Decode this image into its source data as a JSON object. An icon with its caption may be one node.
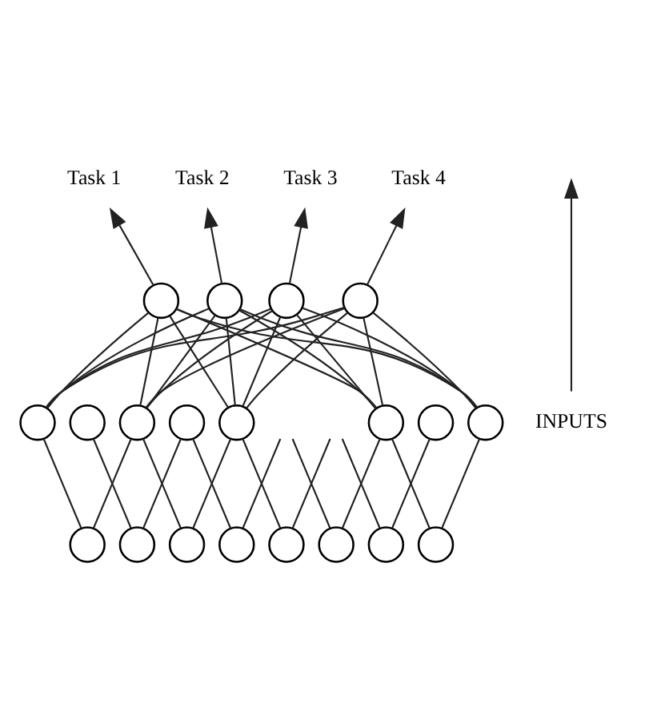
{
  "diagram": {
    "nodes": [
      {
        "text": [
          "Task 1"
        ]
      },
      {
        "text": [
          "Task 2"
        ]
      },
      {
        "text": [
          "Task 3"
        ]
      },
      {
        "text": [
          "Task 4"
        ]
      },
      {
        "text": [],
        "shape": "circle"
      },
      {
        "text": [],
        "shape": "circle"
      },
      {
        "text": [],
        "shape": "circle"
      },
      {
        "text": [],
        "shape": "circle"
      },
      {
        "text": [],
        "shape": "circle"
      },
      {
        "text": [],
        "shape": "circle"
      },
      {
        "text": [],
        "shape": "circle"
      },
      {
        "text": [],
        "shape": "circle"
      },
      {
        "text": [],
        "shape": "circle"
      },
      {
        "text": [],
        "shape": "circle"
      },
      {
        "text": [],
        "shape": "circle"
      },
      {
        "text": [],
        "shape": "circle"
      },
      {
        "text": [],
        "shape": "circle"
      },
      {
        "text": [],
        "shape": "circle"
      },
      {
        "text": [],
        "shape": "circle"
      },
      {
        "text": [],
        "shape": "circle"
      },
      {
        "text": [],
        "shape": "circle"
      },
      {
        "text": [],
        "shape": "circle"
      },
      {
        "text": [],
        "shape": "circle"
      },
      {
        "text": [],
        "shape": "circle"
      },
      {
        "text": [
          "INPUTS"
        ]
      }
    ],
    "edges": [
      {
        "from": 4,
        "to": 0,
        "arrow": "to"
      },
      {
        "from": 5,
        "to": 1,
        "arrow": "to"
      },
      {
        "from": 6,
        "to": 2,
        "arrow": "to"
      },
      {
        "from": 7,
        "to": 3,
        "arrow": "to"
      },
      {
        "from": 4,
        "to": 8,
        "arrow": "none"
      },
      {
        "from": 4,
        "to": 10,
        "arrow": "none"
      },
      {
        "from": 4,
        "to": 12,
        "arrow": "none"
      },
      {
        "from": 4,
        "to": 13,
        "arrow": "none"
      },
      {
        "from": 4,
        "to": 15,
        "arrow": "none"
      },
      {
        "from": 5,
        "to": 8,
        "arrow": "none"
      },
      {
        "from": 5,
        "to": 10,
        "arrow": "none"
      },
      {
        "from": 5,
        "to": 12,
        "arrow": "none"
      },
      {
        "from": 5,
        "to": 13,
        "arrow": "none"
      },
      {
        "from": 5,
        "to": 15,
        "arrow": "none"
      },
      {
        "from": 6,
        "to": 8,
        "arrow": "none"
      },
      {
        "from": 6,
        "to": 10,
        "arrow": "none"
      },
      {
        "from": 6,
        "to": 12,
        "arrow": "none"
      },
      {
        "from": 6,
        "to": 13,
        "arrow": "none"
      },
      {
        "from": 6,
        "to": 15,
        "arrow": "none"
      },
      {
        "from": 7,
        "to": 8,
        "arrow": "none"
      },
      {
        "from": 7,
        "to": 10,
        "arrow": "none"
      },
      {
        "from": 7,
        "to": 12,
        "arrow": "none"
      },
      {
        "from": 7,
        "to": 13,
        "arrow": "none"
      },
      {
        "from": 7,
        "to": 15,
        "arrow": "none"
      },
      {
        "from": 8,
        "to": 16,
        "arrow": "none"
      },
      {
        "from": 9,
        "to": 17,
        "arrow": "none"
      },
      {
        "from": 10,
        "to": 16,
        "arrow": "none"
      },
      {
        "from": 10,
        "to": 18,
        "arrow": "none"
      },
      {
        "from": 11,
        "to": 17,
        "arrow": "none"
      },
      {
        "from": 11,
        "to": 19,
        "arrow": "none"
      },
      {
        "from": 12,
        "to": 18,
        "arrow": "none"
      },
      {
        "from": 12,
        "to": 20,
        "arrow": "none"
      },
      {
        "from": null,
        "to": 19,
        "arrow": "none"
      },
      {
        "from": null,
        "to": 21,
        "arrow": "none"
      },
      {
        "from": null,
        "to": 20,
        "arrow": "none"
      },
      {
        "from": null,
        "to": 22,
        "arrow": "none"
      },
      {
        "from": 13,
        "to": 21,
        "arrow": "none"
      },
      {
        "from": 13,
        "to": 23,
        "arrow": "none"
      },
      {
        "from": 14,
        "to": 22,
        "arrow": "none"
      },
      {
        "from": 15,
        "to": 23,
        "arrow": "none"
      },
      {
        "from": 24,
        "to": null,
        "arrow": "to"
      }
    ]
  }
}
